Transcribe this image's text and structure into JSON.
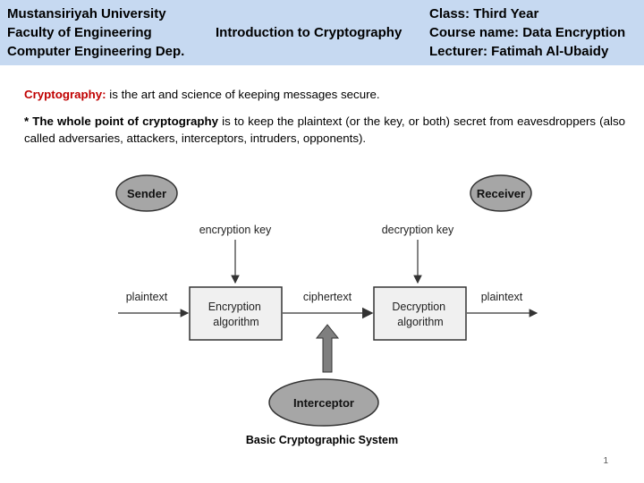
{
  "header": {
    "university": "Mustansiriyah University",
    "faculty": "Faculty of Engineering",
    "department": "Computer Engineering Dep.",
    "topic": "Introduction to Cryptography",
    "class": "Class: Third Year",
    "course": "Course name: Data Encryption",
    "lecturer": "Lecturer: Fatimah Al-Ubaidy"
  },
  "body": {
    "definition_term": "Cryptography:",
    "definition_text": " is the art and science of keeping messages secure.",
    "point_lead": "* The whole point of cryptography",
    "point_text": " is to keep the plaintext (or the key, or both) secret from eavesdroppers (also called adversaries, attackers, interceptors, intruders, opponents)."
  },
  "diagram": {
    "sender": "Sender",
    "receiver": "Receiver",
    "encryption_key": "encryption key",
    "decryption_key": "decryption key",
    "plaintext_in": "plaintext",
    "plaintext_out": "plaintext",
    "ciphertext": "ciphertext",
    "encryption_algorithm": [
      "Encryption",
      "algorithm"
    ],
    "decryption_algorithm": [
      "Decryption",
      "algorithm"
    ],
    "interceptor": "Interceptor",
    "colors": {
      "ellipse": "#a6a6a6",
      "box": "#f0f0f0",
      "border": "#333333"
    }
  },
  "caption": "Basic Cryptographic System",
  "page_number": "1"
}
